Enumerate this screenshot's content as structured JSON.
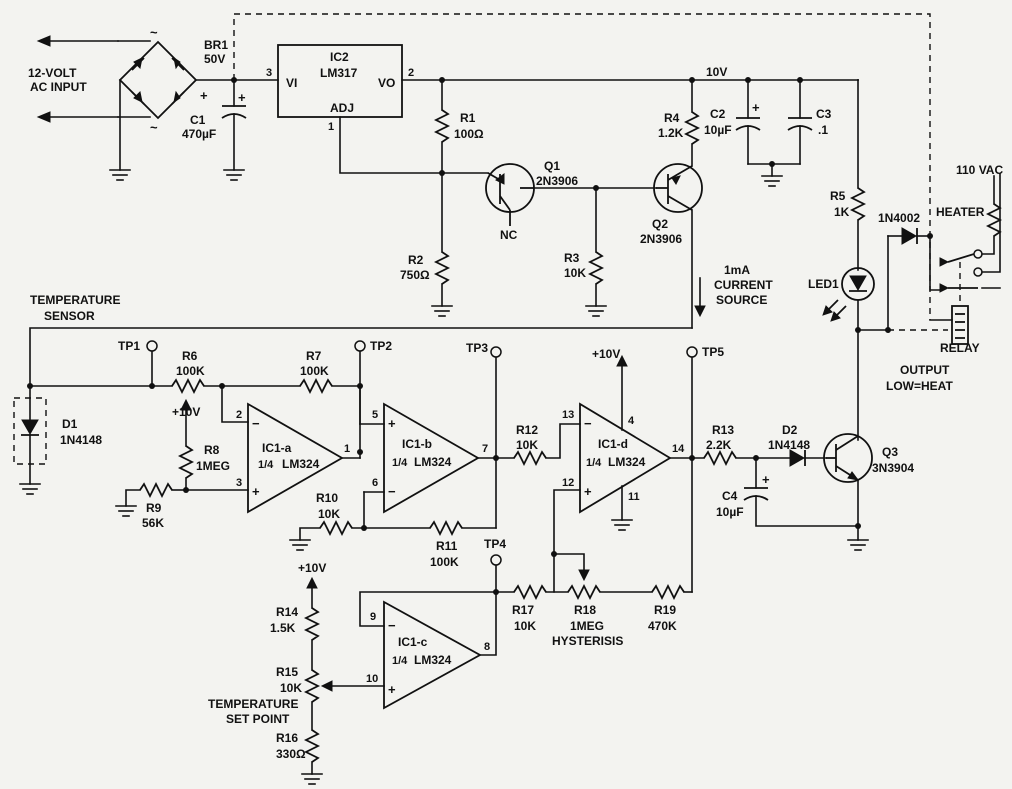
{
  "ac_input": {
    "label1": "12-VOLT",
    "label2": "AC INPUT"
  },
  "br1": {
    "ref": "BR1",
    "value": "50V"
  },
  "c1": {
    "ref": "C1",
    "value": "470µF"
  },
  "ic2": {
    "ref": "IC2",
    "part": "LM317",
    "vi": "VI",
    "vo": "VO",
    "adj": "ADJ",
    "pin_vi": "3",
    "pin_vo": "2",
    "pin_adj": "1"
  },
  "rail": {
    "label": "10V"
  },
  "r1": {
    "ref": "R1",
    "value": "100Ω"
  },
  "r2": {
    "ref": "R2",
    "value": "750Ω"
  },
  "r3": {
    "ref": "R3",
    "value": "10K"
  },
  "r4": {
    "ref": "R4",
    "value": "1.2K"
  },
  "r5": {
    "ref": "R5",
    "value": "1K"
  },
  "c2": {
    "ref": "C2",
    "value": "10µF"
  },
  "c3": {
    "ref": "C3",
    "value": ".1"
  },
  "q1": {
    "ref": "Q1",
    "part": "2N3906",
    "nc": "NC"
  },
  "q2": {
    "ref": "Q2",
    "part": "2N3906"
  },
  "current_source": {
    "l1": "1mA",
    "l2": "CURRENT",
    "l3": "SOURCE"
  },
  "temp_sensor": {
    "l1": "TEMPERATURE",
    "l2": "SENSOR"
  },
  "d1": {
    "ref": "D1",
    "part": "1N4148"
  },
  "tp": {
    "tp1": "TP1",
    "tp2": "TP2",
    "tp3": "TP3",
    "tp4": "TP4",
    "tp5": "TP5"
  },
  "r6": {
    "ref": "R6",
    "value": "100K"
  },
  "r7": {
    "ref": "R7",
    "value": "100K"
  },
  "r8": {
    "ref": "R8",
    "value": "1MEG"
  },
  "r9": {
    "ref": "R9",
    "value": "56K"
  },
  "r10": {
    "ref": "R10",
    "value": "10K"
  },
  "r11": {
    "ref": "R11",
    "value": "100K"
  },
  "r12": {
    "ref": "R12",
    "value": "10K"
  },
  "r13": {
    "ref": "R13",
    "value": "2.2K"
  },
  "r14": {
    "ref": "R14",
    "value": "1.5K"
  },
  "r15": {
    "ref": "R15",
    "value": "10K"
  },
  "r16": {
    "ref": "R16",
    "value": "330Ω"
  },
  "r17": {
    "ref": "R17",
    "value": "10K"
  },
  "r18": {
    "ref": "R18",
    "value": "1MEG",
    "note": "HYSTERISIS"
  },
  "r19": {
    "ref": "R19",
    "value": "470K"
  },
  "plus10v": "+10V",
  "ic1a": {
    "ref": "IC1-a",
    "part": "LM324",
    "frac": "1/4"
  },
  "ic1b": {
    "ref": "IC1-b",
    "part": "LM324",
    "frac": "1/4"
  },
  "ic1c": {
    "ref": "IC1-c",
    "part": "LM324",
    "frac": "1/4"
  },
  "ic1d": {
    "ref": "IC1-d",
    "part": "LM324",
    "frac": "1/4"
  },
  "pins": {
    "p1": "1",
    "p2": "2",
    "p3": "3",
    "p4": "4",
    "p5": "5",
    "p6": "6",
    "p7": "7",
    "p8": "8",
    "p9": "9",
    "p10": "10",
    "p11": "11",
    "p12": "12",
    "p13": "13",
    "p14": "14"
  },
  "set_point": {
    "l1": "TEMPERATURE",
    "l2": "SET POINT"
  },
  "d2": {
    "ref": "D2",
    "part": "1N4148"
  },
  "c4": {
    "ref": "C4",
    "value": "10µF"
  },
  "q3": {
    "ref": "Q3",
    "part": "3N3904"
  },
  "led1": {
    "ref": "LED1"
  },
  "d_relay": {
    "part": "1N4002"
  },
  "relay": {
    "label": "RELAY"
  },
  "output": {
    "l1": "OUTPUT",
    "l2": "LOW=HEAT"
  },
  "mains": {
    "label": "110 VAC"
  },
  "heater": {
    "label": "HEATER"
  },
  "signs": {
    "plus": "+",
    "minus": "−",
    "tilde": "~"
  }
}
